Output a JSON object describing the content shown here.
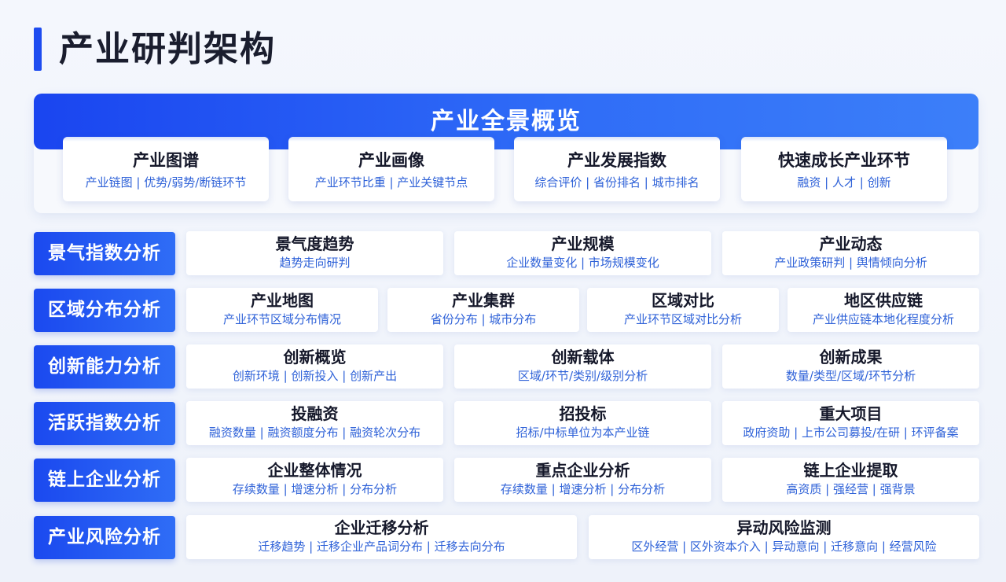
{
  "page_title": "产业研判架构",
  "overview": {
    "title": "产业全景概览",
    "cards": [
      {
        "title": "产业图谱",
        "sub": "产业链图 | 优势/弱势/断链环节"
      },
      {
        "title": "产业画像",
        "sub": "产业环节比重 | 产业关键节点"
      },
      {
        "title": "产业发展指数",
        "sub": "综合评价 | 省份排名 | 城市排名"
      },
      {
        "title": "快速成长产业环节",
        "sub": "融资 | 人才 | 创新"
      }
    ]
  },
  "rows": [
    {
      "label": "景气指数分析",
      "items": [
        {
          "title": "景气度趋势",
          "sub": "趋势走向研判"
        },
        {
          "title": "产业规模",
          "sub": "企业数量变化 | 市场规模变化"
        },
        {
          "title": "产业动态",
          "sub": "产业政策研判 | 舆情倾向分析"
        }
      ]
    },
    {
      "label": "区域分布分析",
      "items": [
        {
          "title": "产业地图",
          "sub": "产业环节区域分布情况"
        },
        {
          "title": "产业集群",
          "sub": "省份分布 | 城市分布"
        },
        {
          "title": "区域对比",
          "sub": "产业环节区域对比分析"
        },
        {
          "title": "地区供应链",
          "sub": "产业供应链本地化程度分析"
        }
      ]
    },
    {
      "label": "创新能力分析",
      "items": [
        {
          "title": "创新概览",
          "sub": "创新环境 | 创新投入 | 创新产出"
        },
        {
          "title": "创新载体",
          "sub": "区域/环节/类别/级别分析"
        },
        {
          "title": "创新成果",
          "sub": "数量/类型/区域/环节分析"
        }
      ]
    },
    {
      "label": "活跃指数分析",
      "items": [
        {
          "title": "投融资",
          "sub": "融资数量 | 融资额度分布 | 融资轮次分布"
        },
        {
          "title": "招投标",
          "sub": "招标/中标单位为本产业链"
        },
        {
          "title": "重大项目",
          "sub": "政府资助 | 上市公司募投/在研 | 环评备案"
        }
      ]
    },
    {
      "label": "链上企业分析",
      "items": [
        {
          "title": "企业整体情况",
          "sub": "存续数量 | 增速分析 | 分布分析"
        },
        {
          "title": "重点企业分析",
          "sub": "存续数量 | 增速分析 | 分布分析"
        },
        {
          "title": "链上企业提取",
          "sub": "高资质 | 强经营 | 强背景"
        }
      ]
    },
    {
      "label": "产业风险分析",
      "items": [
        {
          "title": "企业迁移分析",
          "sub": "迁移趋势 | 迁移企业产品词分布 | 迁移去向分布"
        },
        {
          "title": "异动风险监测",
          "sub": "区外经营 | 区外资本介入 | 异动意向 | 迁移意向 | 经营风险"
        }
      ]
    }
  ]
}
